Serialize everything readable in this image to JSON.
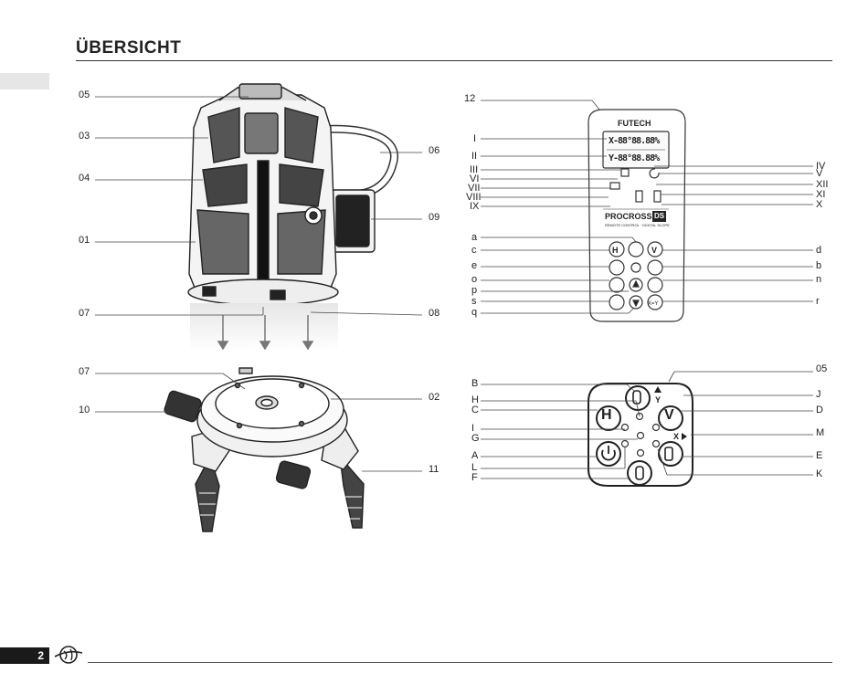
{
  "page": {
    "title": "ÜBERSICHT",
    "page_number": "2"
  },
  "device_labels": {
    "l05": "05",
    "l03": "03",
    "l04": "04",
    "l01": "01",
    "l07a": "07",
    "l06": "06",
    "l09": "09",
    "l08": "08",
    "l07b": "07",
    "l10": "10",
    "l02": "02",
    "l11": "11"
  },
  "remote": {
    "callout": "12",
    "brand": "FUTECH",
    "model": "PROCROSS",
    "model_badge": "DS",
    "subtitle": "REMOTE CONTROL · DIGITAL SLOPE",
    "lcd_x": "X-88°88.88%",
    "lcd_y": "Y-88°88.88%",
    "left_roman": [
      "I",
      "II",
      "III",
      "VI",
      "VII",
      "VIII",
      "IX"
    ],
    "right_roman": [
      "IV",
      "V",
      "XII",
      "XI",
      "X"
    ],
    "left_letters": [
      "a",
      "c",
      "e",
      "o",
      "p",
      "s",
      "q"
    ],
    "right_letters": [
      "d",
      "b",
      "n",
      "r"
    ],
    "buttons": [
      "H",
      "V",
      "X=Y"
    ]
  },
  "keypad": {
    "callout": "05",
    "left_labels": [
      "B",
      "H",
      "C",
      "I",
      "G",
      "A",
      "L",
      "F"
    ],
    "right_labels": [
      "J",
      "D",
      "M",
      "E",
      "K"
    ],
    "axis_y": "Y",
    "axis_x": "X",
    "button_h": "H",
    "button_v": "V"
  }
}
